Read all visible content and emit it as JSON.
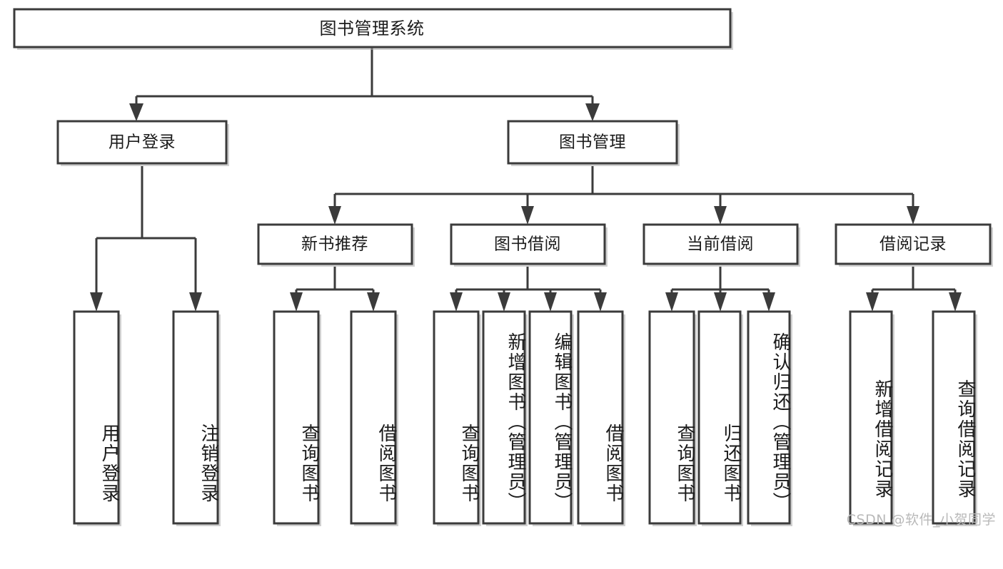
{
  "diagram": {
    "title": "图书管理系统",
    "type": "tree-hierarchy-chart",
    "orientation": "top-down",
    "levels": 4
  },
  "nodes": {
    "root": {
      "label": "图书管理系统"
    },
    "level2": [
      {
        "id": "user-login",
        "label": "用户登录"
      },
      {
        "id": "book-management",
        "label": "图书管理"
      }
    ],
    "level3": [
      {
        "id": "new-book-recommend",
        "label": "新书推荐"
      },
      {
        "id": "book-borrow",
        "label": "图书借阅"
      },
      {
        "id": "current-borrow",
        "label": "当前借阅"
      },
      {
        "id": "borrow-record",
        "label": "借阅记录"
      }
    ],
    "leaves": {
      "user_login": [
        {
          "id": "leaf-user-login",
          "label": "用户登录"
        },
        {
          "id": "leaf-logout-login",
          "label": "注销登录"
        }
      ],
      "new_book_recommend": [
        {
          "id": "leaf-query-book-1",
          "label": "查询图书"
        },
        {
          "id": "leaf-borrow-book-1",
          "label": "借阅图书"
        }
      ],
      "book_borrow": [
        {
          "id": "leaf-query-book-2",
          "label": "查询图书"
        },
        {
          "id": "leaf-add-book",
          "label": "新增图书（管理员）"
        },
        {
          "id": "leaf-edit-book",
          "label": "编辑图书（管理员）"
        },
        {
          "id": "leaf-borrow-book-2",
          "label": "借阅图书"
        }
      ],
      "current_borrow": [
        {
          "id": "leaf-query-book-3",
          "label": "查询图书"
        },
        {
          "id": "leaf-return-book",
          "label": "归还图书"
        },
        {
          "id": "leaf-confirm-return",
          "label": "确认归还（管理员）"
        }
      ],
      "borrow_record": [
        {
          "id": "leaf-add-borrow-record",
          "label": "新增借阅记录"
        },
        {
          "id": "leaf-query-borrow-record",
          "label": "查询借阅记录"
        }
      ]
    }
  },
  "watermark": {
    "text": "CSDN @软件_小贺同学"
  },
  "colors": {
    "stroke": "#3b3b3b",
    "fill": "#ffffff",
    "text": "#1b1b1b",
    "watermark": "#b9b9b9",
    "shadow": "#aaaaaa"
  }
}
